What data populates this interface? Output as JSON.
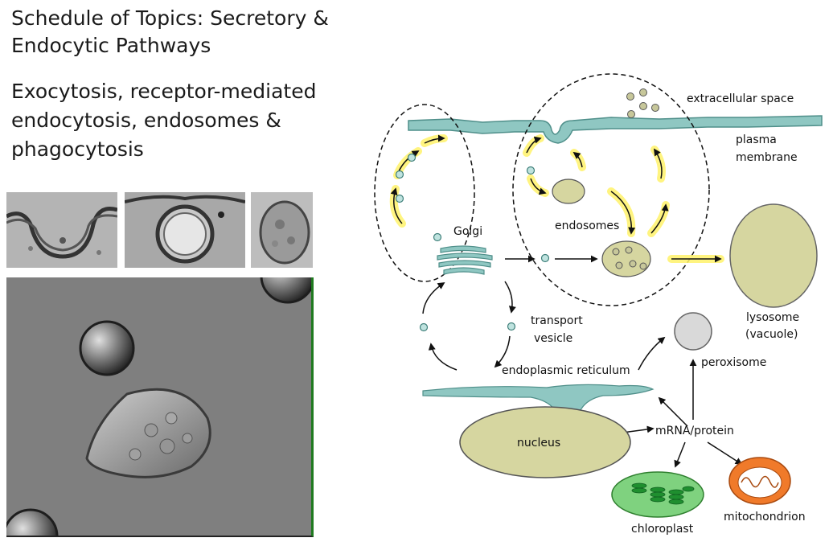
{
  "slide": {
    "title_lines": [
      "Schedule of Topics: Secretory &",
      "Endocytic Pathways"
    ],
    "subtitle_lines": [
      "Exocytosis, receptor-mediated",
      "endocytosis, endosomes &",
      "phagocytosis"
    ]
  },
  "diagram": {
    "labels": {
      "extracellular_space": "extracellular space",
      "plasma_membrane_1": "plasma",
      "plasma_membrane_2": "membrane",
      "golgi": "Golgi",
      "endosomes": "endosomes",
      "transport_vesicle_1": "transport",
      "transport_vesicle_2": "vesicle",
      "lysosome_1": "lysosome",
      "lysosome_2": "(vacuole)",
      "peroxisome": "peroxisome",
      "endoplasmic_reticulum": "endoplasmic reticulum",
      "mrna_protein": "mRNA/protein",
      "nucleus": "nucleus",
      "chloroplast": "chloroplast",
      "mitochondrion": "mitochondrion"
    },
    "colors": {
      "membrane": "#8fc7c2",
      "organelle_fill": "#d6d6a0",
      "arrow_glow": "#fff36b",
      "chloroplast": "#2fae3f",
      "mitochondrion": "#f07a2a"
    }
  }
}
